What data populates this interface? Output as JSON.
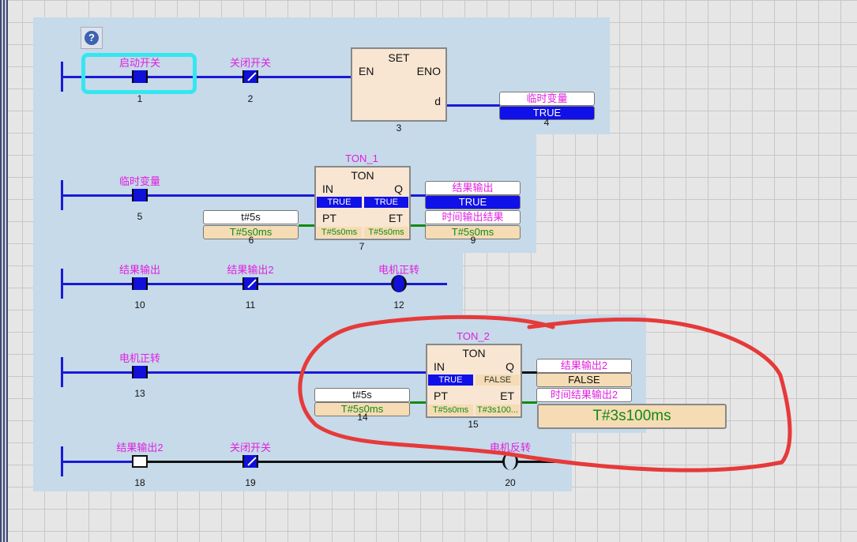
{
  "help_icon": "?",
  "rung1": {
    "contact1": {
      "label": "启动开关",
      "num": "1"
    },
    "contact2": {
      "label": "关闭开关",
      "num": "2"
    },
    "block": {
      "title": "SET",
      "en": "EN",
      "eno": "ENO",
      "d": "d",
      "num": "3"
    },
    "output": {
      "name": "临时变量",
      "value": "TRUE",
      "num": "4"
    }
  },
  "rung2": {
    "instance": "TON_1",
    "contact": {
      "label": "临时变量",
      "num": "5"
    },
    "pt_input": {
      "value": "t#5s",
      "monitor": "T#5s0ms",
      "num": "6"
    },
    "block": {
      "title": "TON",
      "in": "IN",
      "q": "Q",
      "pt": "PT",
      "et": "ET",
      "in_val": "TRUE",
      "q_val": "TRUE",
      "pt_val": "T#5s0ms",
      "et_val": "T#5s0ms",
      "num": "7"
    },
    "out_q": {
      "name": "结果输出",
      "value": "TRUE"
    },
    "out_et": {
      "name": "时间输出结果",
      "value": "T#5s0ms",
      "num": "9"
    }
  },
  "rung3": {
    "contact1": {
      "label": "结果输出",
      "num": "10"
    },
    "contact2": {
      "label": "结果输出2",
      "num": "11"
    },
    "coil": {
      "label": "电机正转",
      "num": "12"
    }
  },
  "rung4": {
    "instance": "TON_2",
    "contact": {
      "label": "电机正转",
      "num": "13"
    },
    "pt_input": {
      "value": "t#5s",
      "monitor": "T#5s0ms",
      "num": "14"
    },
    "block": {
      "title": "TON",
      "in": "IN",
      "q": "Q",
      "pt": "PT",
      "et": "ET",
      "in_val": "TRUE",
      "q_val": "FALSE",
      "pt_val": "T#5s0ms",
      "et_val": "T#3s100...",
      "num": "15"
    },
    "out_q": {
      "name": "结果输出2",
      "value": "FALSE"
    },
    "out_et": {
      "name": "时间结果输出2",
      "value": "T#3s100ms"
    }
  },
  "rung5": {
    "contact1": {
      "label": "结果输出2",
      "num": "18"
    },
    "contact2": {
      "label": "关闭开关",
      "num": "19"
    },
    "coil": {
      "label": "电机反转",
      "num": "20"
    }
  },
  "colors": {
    "energized": "#1a1ad6",
    "deenergized": "#111111",
    "annotation": "#e63a3a",
    "selection": "#35e6f0"
  }
}
